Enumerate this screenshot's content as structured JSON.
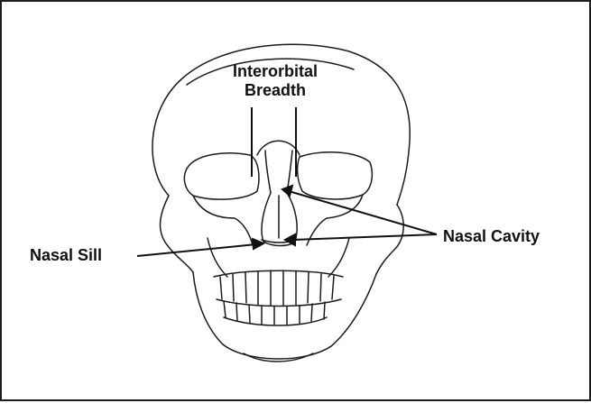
{
  "diagram": {
    "labels": {
      "interorbital_line1": "Interorbital",
      "interorbital_line2": "Breadth",
      "nasal_sill": "Nasal Sill",
      "nasal_cavity": "Nasal Cavity"
    },
    "colors": {
      "ink": "#111111",
      "border": "#1e1e1e",
      "background": "#ffffff"
    }
  }
}
